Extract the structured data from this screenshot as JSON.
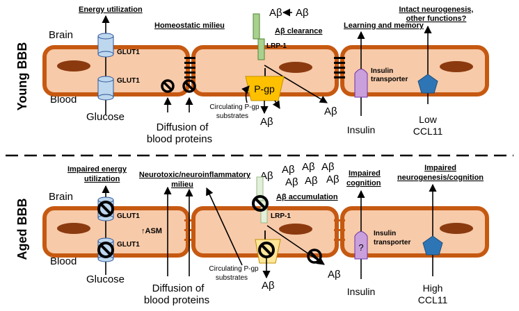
{
  "young": {
    "side_label": "Young BBB",
    "brain_label": "Brain",
    "blood_label": "Blood",
    "energy_title": "Energy utilization",
    "glut_top": "GLUT1",
    "glut_bottom": "GLUT1",
    "glucose": "Glucose",
    "homeostatic": "Homeostatic milieu",
    "diffusion_line1": "Diffusion of",
    "diffusion_line2": "blood proteins",
    "abeta_top_left": "Aβ",
    "abeta_top_right": "Aβ",
    "clearance": "Aβ clearance",
    "lrp": "LRP-1",
    "pgp": "P-gp",
    "circ_line1": "Circulating P-gp",
    "circ_line2": "substrates",
    "abeta_below_pgp": "Aβ",
    "abeta_lower_right": "Aβ",
    "learning": "Learning and memory",
    "insulin_transporter_line1": "Insulin",
    "insulin_transporter_line2": "transporter",
    "insulin": "Insulin",
    "neurogenesis_line1": "Intact neurogenesis,",
    "neurogenesis_line2": "other functions?",
    "ccl_line1": "Low",
    "ccl_line2": "CCL11"
  },
  "aged": {
    "side_label": "Aged BBB",
    "brain_label": "Brain",
    "blood_label": "Blood",
    "energy_line1": "Impaired energy",
    "energy_line2": "utilization",
    "glut_top": "GLUT1",
    "glut_bottom": "GLUT1",
    "asm": "↑ASM",
    "glucose": "Glucose",
    "neurotoxic_line1": "Neurotoxic/neuroinflammatory",
    "neurotoxic_line2": "milieu",
    "diffusion_line1": "Diffusion of",
    "diffusion_line2": "blood proteins",
    "abeta_cluster": [
      "Aβ",
      "Aβ",
      "Aβ",
      "Aβ",
      "Aβ",
      "Aβ",
      "Aβ"
    ],
    "accumulation": "Aβ accumulation",
    "lrp": "LRP-1",
    "circ_line1": "Circulating P-gp",
    "circ_line2": "substrates",
    "abeta_below_pgp": "Aβ",
    "abeta_lower_right": "Aβ",
    "cognition_line1": "Impaired",
    "cognition_line2": "cognition",
    "question": "?",
    "insulin_transporter_line1": "Insulin",
    "insulin_transporter_line2": "transporter",
    "insulin": "Insulin",
    "neurogenesis_line1": "Impaired",
    "neurogenesis_line2": "neurogenesis/cognition",
    "ccl_line1": "High",
    "ccl_line2": "CCL11"
  },
  "colors": {
    "cell_fill": "#f7caa9",
    "cell_border": "#c65911",
    "nucleus": "#8b3a0f",
    "glut": "#bdd7ee",
    "lrp": "#a9d18e",
    "pgp": "#ffc000",
    "insulin_transporter": "#c9a0dc",
    "ccl11_receptor": "#2e75b6"
  }
}
